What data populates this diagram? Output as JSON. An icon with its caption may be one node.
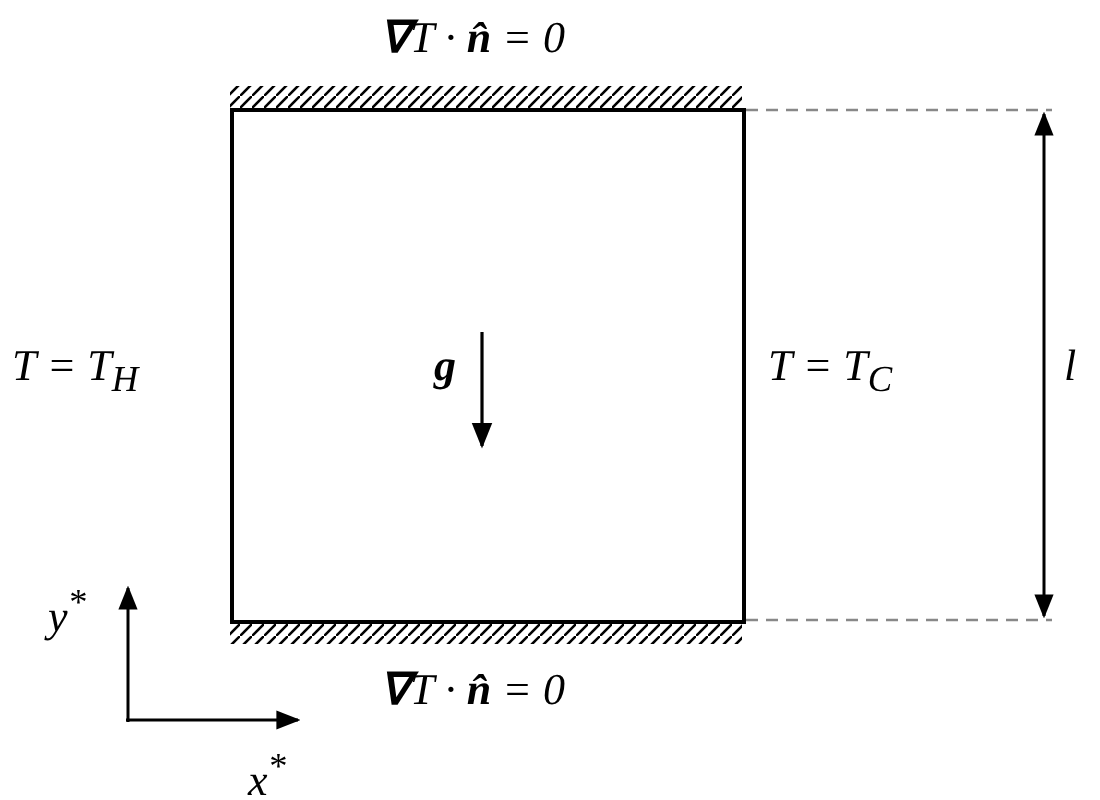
{
  "diagram": {
    "nodes": [
      {
        "text": [
          "g"
        ]
      }
    ],
    "labels": [
      "**∇**T · **n̂** = 0",
      "T = T$_{H}$",
      "T = T$_{C}$",
      "l",
      "y$^{*}$",
      "**∇**T · **n̂** = 0",
      "x$^{*}$"
    ]
  }
}
